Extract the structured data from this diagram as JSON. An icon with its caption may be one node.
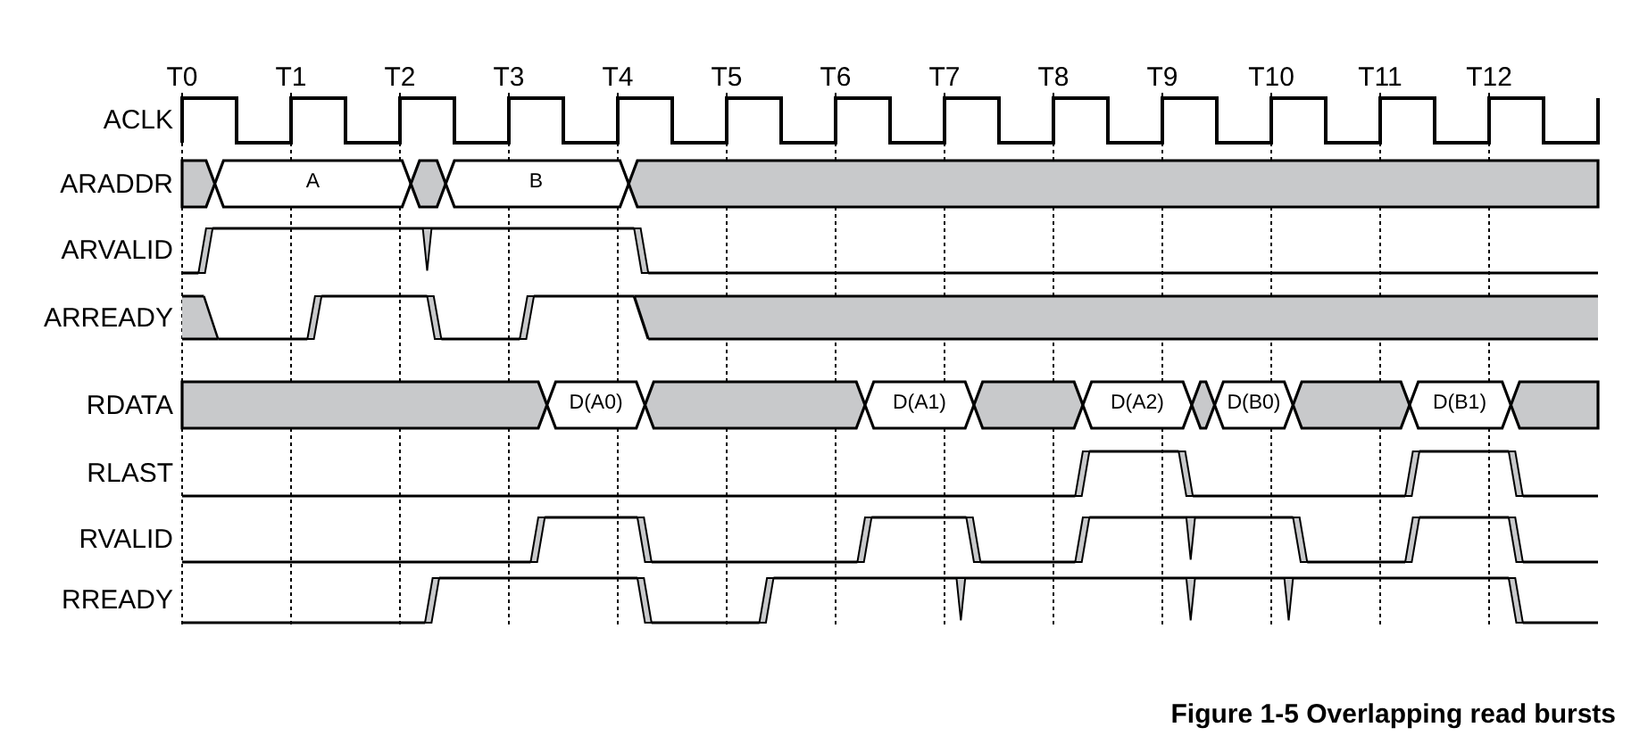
{
  "diagram": {
    "caption": "Figure 1-5 Overlapping read bursts",
    "labels": [
      "T0",
      "T1",
      "T2",
      "T3",
      "T4",
      "T5",
      "T6",
      "T7",
      "T8",
      "T9",
      "T10",
      "T11",
      "T12",
      "ACLK",
      "ARADDR",
      "A",
      "B",
      "ARVALID",
      "ARREADY",
      "RDATA",
      "D(A0)",
      "D(A1)",
      "D(A2)",
      "D(B0)",
      "D(B1)",
      "RLAST",
      "RVALID",
      "RREADY"
    ]
  }
}
